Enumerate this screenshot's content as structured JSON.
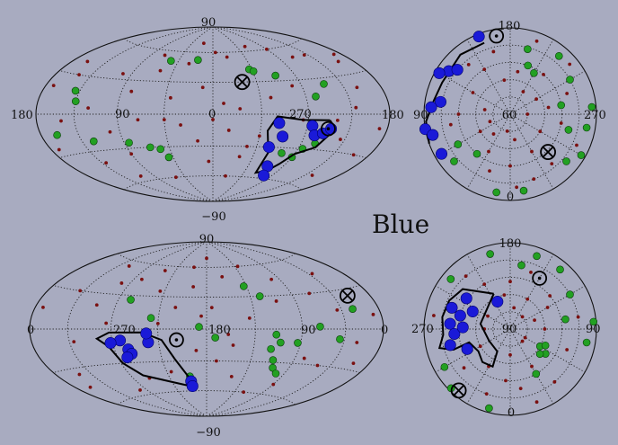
{
  "figure": {
    "label": "Blue"
  },
  "colors": {
    "background": "#a8abc0",
    "green": "#22a022",
    "blue": "#1a1ad8",
    "red": "#7a1010"
  },
  "chart_data": [
    {
      "type": "scatter",
      "projection": "hammer",
      "panel": "top-left",
      "labels": {
        "top": "90",
        "bottom": "−90",
        "left": "180",
        "right": "180",
        "lon1": "90",
        "lon2": "0",
        "lon3": "270"
      },
      "markers": {
        "otimes": [
          [
            -30,
            30
          ]
        ],
        "odot": [
          [
            -112,
            -12
          ]
        ]
      },
      "blue": [
        [
          -62,
          -8
        ],
        [
          -68,
          -20
        ],
        [
          -58,
          -30
        ],
        [
          -70,
          -48
        ],
        [
          -78,
          -57
        ],
        [
          -95,
          -10
        ],
        [
          -100,
          -18
        ],
        [
          -108,
          -16
        ],
        [
          -115,
          -12
        ]
      ],
      "green": [
        [
          55,
          50
        ],
        [
          20,
          52
        ],
        [
          -42,
          42
        ],
        [
          -46,
          40
        ],
        [
          -68,
          35
        ],
        [
          -115,
          25
        ],
        [
          -100,
          15
        ],
        [
          140,
          18
        ],
        [
          135,
          10
        ],
        [
          160,
          -15
        ],
        [
          122,
          -22
        ],
        [
          85,
          -25
        ],
        [
          65,
          -30
        ],
        [
          55,
          -32
        ],
        [
          50,
          -40
        ],
        [
          -75,
          -35
        ],
        [
          -95,
          -30
        ],
        [
          -90,
          -38
        ],
        [
          -105,
          -25
        ]
      ],
      "red": [
        [
          -4,
          60
        ],
        [
          -20,
          55
        ],
        [
          30,
          48
        ],
        [
          60,
          40
        ],
        [
          100,
          35
        ],
        [
          150,
          30
        ],
        [
          170,
          20
        ],
        [
          -150,
          20
        ],
        [
          -160,
          40
        ],
        [
          -130,
          50
        ],
        [
          80,
          20
        ],
        [
          40,
          15
        ],
        [
          10,
          25
        ],
        [
          -10,
          10
        ],
        [
          -25,
          5
        ],
        [
          -55,
          15
        ],
        [
          -80,
          25
        ],
        [
          -140,
          5
        ],
        [
          -170,
          -10
        ],
        [
          -160,
          -30
        ],
        [
          -130,
          -20
        ],
        [
          -145,
          -50
        ],
        [
          130,
          -40
        ],
        [
          100,
          -15
        ],
        [
          70,
          -5
        ],
        [
          30,
          -10
        ],
        [
          15,
          -25
        ],
        [
          5,
          -45
        ],
        [
          -30,
          -40
        ],
        [
          -45,
          -20
        ],
        [
          -20,
          -60
        ],
        [
          60,
          -60
        ],
        [
          110,
          -55
        ],
        [
          150,
          -5
        ],
        [
          170,
          -25
        ],
        [
          -120,
          -5
        ],
        [
          -60,
          65
        ],
        [
          20,
          70
        ],
        [
          -110,
          50
        ],
        [
          90,
          -35
        ],
        [
          -35,
          -30
        ],
        [
          45,
          -5
        ],
        [
          -85,
          -5
        ],
        [
          120,
          5
        ],
        [
          -170,
          45
        ],
        [
          0,
          -5
        ],
        [
          160,
          40
        ],
        [
          -90,
          60
        ],
        [
          70,
          55
        ],
        [
          -15,
          -15
        ]
      ],
      "contour": [
        [
          -112,
          -5
        ],
        [
          -120,
          -12
        ],
        [
          -108,
          -28
        ],
        [
          -90,
          -35
        ],
        [
          -82,
          -45
        ],
        [
          -75,
          -52
        ],
        [
          -62,
          -55
        ],
        [
          -60,
          -35
        ],
        [
          -52,
          -15
        ],
        [
          -60,
          -2
        ],
        [
          -85,
          -5
        ],
        [
          -112,
          -5
        ]
      ]
    },
    {
      "type": "scatter",
      "projection": "polar",
      "panel": "top-right",
      "labels": {
        "top": "180",
        "bottom": "0",
        "left": "90",
        "right": "270",
        "center": "60"
      },
      "markers": {
        "otimes": [
          [
            45,
            0.62
          ]
        ],
        "odot": [
          [
            -170,
            0.92
          ]
        ]
      },
      "blue": [
        [
          -158,
          0.97
        ],
        [
          -125,
          0.87
        ],
        [
          -120,
          0.95
        ],
        [
          -100,
          0.82
        ],
        [
          -95,
          0.92
        ],
        [
          -80,
          1.0
        ],
        [
          -75,
          0.93
        ],
        [
          -60,
          0.92
        ],
        [
          -130,
          0.8
        ]
      ],
      "green": [
        [
          120,
          0.8
        ],
        [
          95,
          0.95
        ],
        [
          80,
          0.9
        ],
        [
          60,
          0.95
        ],
        [
          50,
          0.85
        ],
        [
          -40,
          0.6
        ],
        [
          -60,
          0.7
        ],
        [
          -50,
          0.85
        ],
        [
          10,
          0.9
        ],
        [
          150,
          0.55
        ],
        [
          160,
          0.6
        ],
        [
          165,
          0.78
        ],
        [
          140,
          0.88
        ],
        [
          100,
          0.6
        ],
        [
          -10,
          0.92
        ],
        [
          75,
          0.7
        ]
      ],
      "red": [
        [
          10,
          0.3
        ],
        [
          30,
          0.5
        ],
        [
          60,
          0.4
        ],
        [
          90,
          0.2
        ],
        [
          120,
          0.35
        ],
        [
          150,
          0.3
        ],
        [
          170,
          0.5
        ],
        [
          -170,
          0.4
        ],
        [
          -150,
          0.6
        ],
        [
          -120,
          0.5
        ],
        [
          -90,
          0.6
        ],
        [
          -60,
          0.4
        ],
        [
          -30,
          0.5
        ],
        [
          -20,
          0.7
        ],
        [
          0,
          0.6
        ],
        [
          20,
          0.8
        ],
        [
          40,
          0.75
        ],
        [
          80,
          0.6
        ],
        [
          110,
          0.7
        ],
        [
          140,
          0.6
        ],
        [
          -140,
          0.75
        ],
        [
          -100,
          0.3
        ],
        [
          -70,
          0.25
        ],
        [
          -40,
          0.3
        ],
        [
          5,
          0.85
        ],
        [
          -10,
          0.2
        ],
        [
          130,
          0.9
        ],
        [
          -165,
          0.75
        ],
        [
          65,
          0.85
        ],
        [
          -80,
          0.7
        ],
        [
          160,
          0.9
        ],
        [
          100,
          0.45
        ]
      ],
      "contour": [
        [
          -160,
          0.88
        ],
        [
          -140,
          0.9
        ],
        [
          -115,
          0.87
        ],
        [
          -100,
          0.9
        ],
        [
          -85,
          0.98
        ],
        [
          -70,
          1.0
        ]
      ]
    },
    {
      "type": "scatter",
      "projection": "hammer",
      "panel": "bottom-left",
      "labels": {
        "top": "90",
        "bottom": "−90",
        "left": "0",
        "right": "0",
        "lon1": "270",
        "lon2": "180",
        "lon3": "90"
      },
      "markers": {
        "otimes": [
          [
            -152,
            25
          ]
        ],
        "odot": [
          [
            28,
            -10
          ]
        ]
      },
      "blue": [
        [
          55,
          -12
        ],
        [
          82,
          -10
        ],
        [
          56,
          -4
        ],
        [
          76,
          -18
        ],
        [
          74,
          -22
        ],
        [
          80,
          -25
        ],
        [
          92,
          -12
        ],
        [
          20,
          -50
        ],
        [
          20,
          -55
        ]
      ],
      "green": [
        [
          77,
          26
        ],
        [
          52,
          10
        ],
        [
          7,
          2
        ],
        [
          -8,
          -8
        ],
        [
          -42,
          40
        ],
        [
          -55,
          30
        ],
        [
          -108,
          2
        ],
        [
          -87,
          -12
        ],
        [
          -65,
          -5
        ],
        [
          -70,
          -12
        ],
        [
          -62,
          -18
        ],
        [
          -68,
          -28
        ],
        [
          -72,
          -35
        ],
        [
          -80,
          -40
        ],
        [
          20,
          -45
        ],
        [
          -148,
          15
        ],
        [
          -130,
          -8
        ]
      ],
      "red": [
        [
          0,
          70
        ],
        [
          20,
          60
        ],
        [
          60,
          55
        ],
        [
          100,
          40
        ],
        [
          140,
          30
        ],
        [
          170,
          15
        ],
        [
          -170,
          10
        ],
        [
          -150,
          -10
        ],
        [
          -120,
          -30
        ],
        [
          -90,
          -50
        ],
        [
          -60,
          -60
        ],
        [
          -30,
          -45
        ],
        [
          -10,
          -30
        ],
        [
          10,
          -20
        ],
        [
          30,
          20
        ],
        [
          50,
          35
        ],
        [
          80,
          45
        ],
        [
          110,
          20
        ],
        [
          130,
          -10
        ],
        [
          150,
          -35
        ],
        [
          -20,
          50
        ],
        [
          -50,
          60
        ],
        [
          -80,
          45
        ],
        [
          -110,
          30
        ],
        [
          -40,
          10
        ],
        [
          -20,
          -5
        ],
        [
          40,
          -40
        ],
        [
          70,
          -45
        ],
        [
          100,
          -55
        ],
        [
          -100,
          -25
        ],
        [
          -130,
          15
        ],
        [
          -160,
          -25
        ],
        [
          160,
          -45
        ],
        [
          5,
          12
        ],
        [
          -5,
          20
        ],
        [
          -25,
          -15
        ],
        [
          15,
          40
        ],
        [
          -70,
          25
        ],
        [
          120,
          55
        ],
        [
          -140,
          45
        ],
        [
          45,
          5
        ],
        [
          95,
          5
        ]
      ],
      "contour": [
        [
          92,
          -3
        ],
        [
          60,
          -3
        ],
        [
          42,
          -10
        ],
        [
          32,
          -28
        ],
        [
          22,
          -45
        ],
        [
          22,
          -55
        ],
        [
          45,
          -50
        ],
        [
          75,
          -42
        ],
        [
          88,
          -30
        ],
        [
          95,
          -15
        ],
        [
          105,
          -8
        ],
        [
          92,
          -3
        ]
      ]
    },
    {
      "type": "scatter",
      "projection": "polar",
      "panel": "bottom-right",
      "labels": {
        "top": "180",
        "bottom": "0",
        "left": "270",
        "right": "90",
        "center": "90"
      },
      "markers": {
        "otimes": [
          [
            -40,
            0.93
          ]
        ],
        "odot": [
          [
            150,
            0.68
          ]
        ]
      },
      "blue": [
        [
          -125,
          0.62
        ],
        [
          -110,
          0.72
        ],
        [
          -105,
          0.6
        ],
        [
          -95,
          0.7
        ],
        [
          -85,
          0.65
        ],
        [
          -75,
          0.72
        ],
        [
          -92,
          0.55
        ],
        [
          -115,
          0.48
        ],
        [
          -65,
          0.55
        ],
        [
          -155,
          0.35
        ]
      ],
      "green": [
        [
          -165,
          0.9
        ],
        [
          170,
          0.75
        ],
        [
          160,
          0.9
        ],
        [
          140,
          0.9
        ],
        [
          120,
          0.8
        ],
        [
          100,
          0.65
        ],
        [
          80,
          0.9
        ],
        [
          60,
          0.4
        ],
        [
          55,
          0.5
        ],
        [
          50,
          0.45
        ],
        [
          65,
          0.45
        ],
        [
          -45,
          0.97
        ],
        [
          30,
          0.6
        ],
        [
          -15,
          0.95
        ],
        [
          -60,
          0.88
        ],
        [
          95,
          0.97
        ],
        [
          -130,
          0.9
        ]
      ],
      "red": [
        [
          0,
          0.3
        ],
        [
          30,
          0.5
        ],
        [
          60,
          0.2
        ],
        [
          90,
          0.4
        ],
        [
          120,
          0.5
        ],
        [
          150,
          0.4
        ],
        [
          180,
          0.55
        ],
        [
          -150,
          0.6
        ],
        [
          -120,
          0.3
        ],
        [
          -90,
          0.3
        ],
        [
          -60,
          0.4
        ],
        [
          -30,
          0.5
        ],
        [
          10,
          0.7
        ],
        [
          40,
          0.8
        ],
        [
          70,
          0.7
        ],
        [
          100,
          0.8
        ],
        [
          130,
          0.6
        ],
        [
          160,
          0.7
        ],
        [
          -170,
          0.4
        ],
        [
          -140,
          0.8
        ],
        [
          -20,
          0.8
        ],
        [
          -50,
          0.7
        ],
        [
          20,
          0.9
        ],
        [
          45,
          0.2
        ],
        [
          135,
          0.2
        ],
        [
          -100,
          0.9
        ],
        [
          110,
          0.3
        ],
        [
          -5,
          0.6
        ],
        [
          170,
          0.25
        ]
      ],
      "contour": [
        [
          -155,
          0.45
        ],
        [
          -130,
          0.72
        ],
        [
          -115,
          0.78
        ],
        [
          -100,
          0.8
        ],
        [
          -85,
          0.78
        ],
        [
          -75,
          0.85
        ],
        [
          -70,
          0.7
        ],
        [
          -72,
          0.5
        ],
        [
          -55,
          0.45
        ],
        [
          -40,
          0.5
        ],
        [
          -25,
          0.48
        ],
        [
          -30,
          0.3
        ],
        [
          -60,
          0.28
        ],
        [
          -100,
          0.35
        ],
        [
          -140,
          0.38
        ],
        [
          -155,
          0.45
        ]
      ]
    }
  ]
}
